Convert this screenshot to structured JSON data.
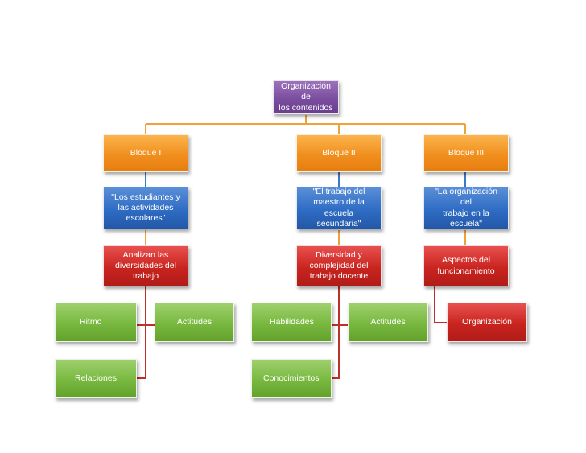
{
  "diagram": {
    "root": "Organización de\nlos contenidos",
    "blocks": [
      {
        "title": "Bloque I",
        "subtitle": "\"Los estudiantes y\nlas actividades\nescolares\"",
        "detail": "Analizan las\ndiversidades del\ntrabajo",
        "items": [
          "Ritmo",
          "Actitudes",
          "Relaciones"
        ]
      },
      {
        "title": "Bloque II",
        "subtitle": "\"El trabajo del\nmaestro de la\nescuela secundaria\"",
        "detail": "Diversidad y\ncomplejidad del\ntrabajo docente",
        "items": [
          "Habilidades",
          "Actitudes",
          "Conocimientos"
        ]
      },
      {
        "title": "Bloque III",
        "subtitle": "\"La organización del\ntrabajo en la\nescuela\"",
        "detail": "Aspectos del\nfuncionamiento",
        "items": [
          "Organización"
        ]
      }
    ]
  },
  "colors": {
    "connector_orange": "#f0a23a",
    "connector_blue": "#3c78c8",
    "connector_red": "#c0302a"
  }
}
